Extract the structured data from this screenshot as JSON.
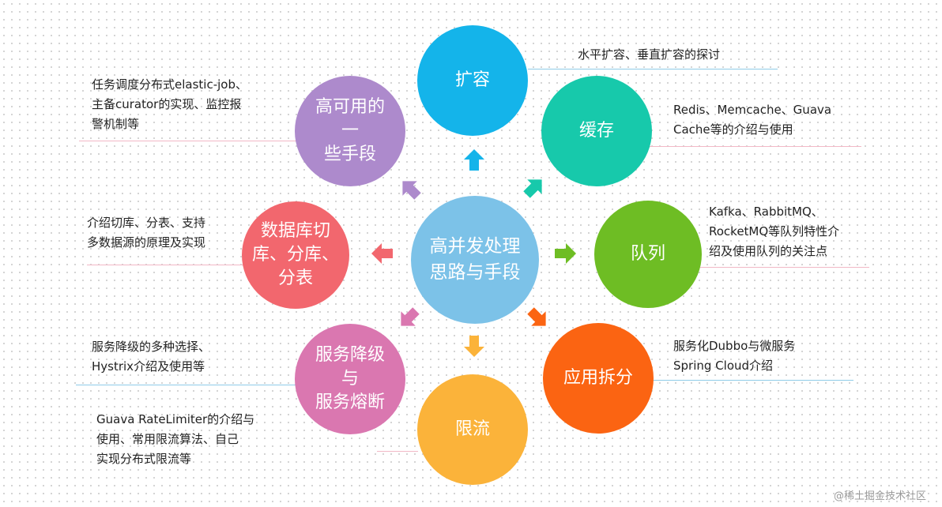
{
  "center": {
    "label": "高并发处理\n思路与手段",
    "color": "#7cc2e8"
  },
  "nodes": [
    {
      "id": "expand",
      "label": "扩容",
      "color": "#14b4ea",
      "desc": "水平扩容、垂直扩容的探讨"
    },
    {
      "id": "cache",
      "label": "缓存",
      "color": "#17c9ab",
      "desc": "Redis、Memcache、Guava\nCache等的介绍与使用"
    },
    {
      "id": "queue",
      "label": "队列",
      "color": "#6ebd24",
      "desc": "Kafka、RabbitMQ、\nRocketMQ等队列特性介\n绍及使用队列的关注点"
    },
    {
      "id": "split",
      "label": "应用拆分",
      "color": "#fb6412",
      "desc": "服务化Dubbo与微服务\nSpring Cloud介绍"
    },
    {
      "id": "limit",
      "label": "限流",
      "color": "#fbb33a",
      "desc": "Guava RateLimiter的介绍与\n使用、常用限流算法、自己\n实现分布式限流等"
    },
    {
      "id": "degrade",
      "label": "服务降级与\n服务熔断",
      "color": "#da77b0",
      "desc": "服务降级的多种选择、\nHystrix介绍及使用等"
    },
    {
      "id": "database",
      "label": "数据库切\n库、分库、\n分表",
      "color": "#f2676e",
      "desc": "介绍切库、分表、支持\n多数据源的原理及实现"
    },
    {
      "id": "ha",
      "label": "高可用的一\n些手段",
      "color": "#ad8acc",
      "desc": "任务调度分布式elastic-job、\n主备curator的实现、监控报\n警机制等"
    }
  ],
  "watermark": "@稀土掘金技术社区"
}
